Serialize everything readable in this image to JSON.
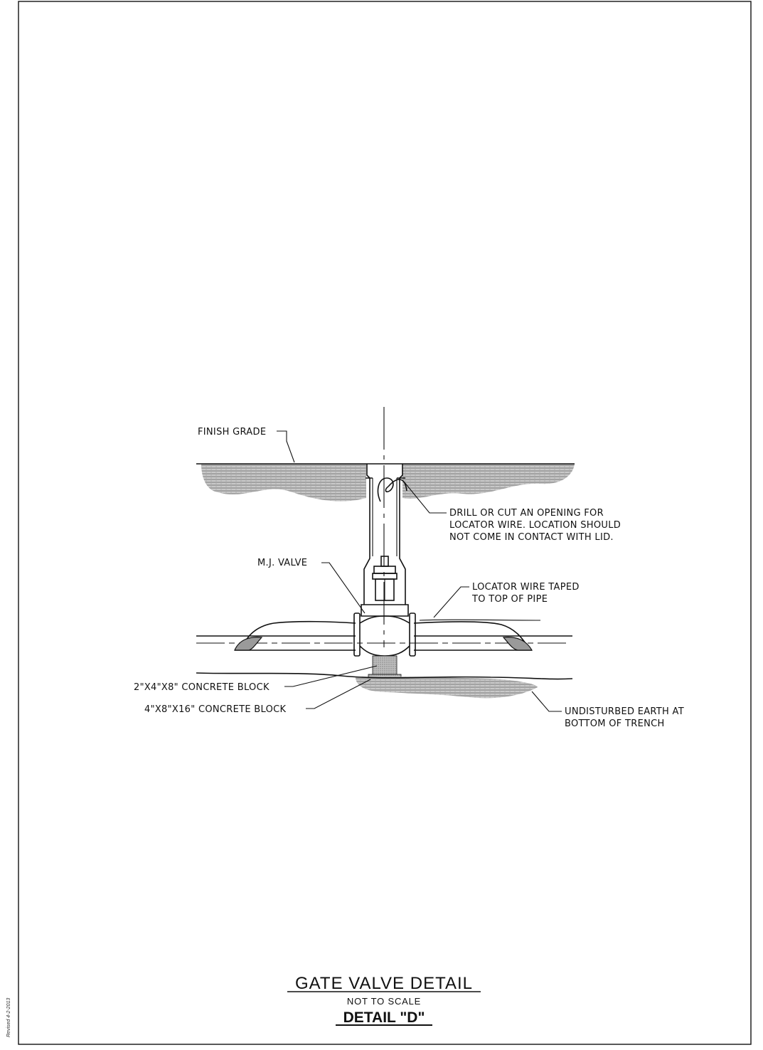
{
  "drawing": {
    "revised_stamp": "Revised 4-2-2013",
    "labels": {
      "finish_grade": "FINISH GRADE",
      "drill_note": [
        "DRILL OR CUT AN OPENING FOR",
        "LOCATOR WIRE. LOCATION SHOULD",
        "NOT COME IN CONTACT WITH LID."
      ],
      "mj_valve": "M.J. VALVE",
      "locator_wire": [
        "LOCATOR WIRE TAPED",
        "TO TOP OF PIPE"
      ],
      "block_small": "2\"X4\"X8\" CONCRETE BLOCK",
      "block_large": "4\"X8\"X16\" CONCRETE BLOCK",
      "undisturbed": [
        "UNDISTURBED EARTH AT",
        "BOTTOM OF TRENCH"
      ]
    },
    "title": "GATE VALVE DETAIL",
    "scale_note": "NOT TO SCALE",
    "detail_id": "DETAIL \"D\""
  },
  "colors": {
    "ink": "#111111",
    "earth_fill": "#9a9a9a",
    "block_fill": "#b5b5b5"
  }
}
